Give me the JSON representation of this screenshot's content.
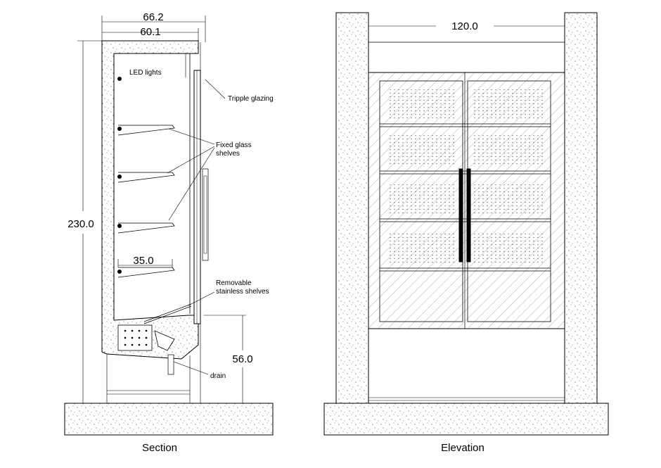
{
  "section": {
    "caption": "Section",
    "dimensions": {
      "overall_depth": "66.2",
      "inner_depth": "60.1",
      "height": "230.0",
      "shelf_depth": "35.0",
      "base_height": "56.0"
    },
    "notes": {
      "led_lights": "LED lights",
      "glazing": "Tripple glazing",
      "fixed_shelves_1": "Fixed glass",
      "fixed_shelves_2": "shelves",
      "removable_1": "Removable",
      "removable_2": "stainless shelves",
      "drain": "drain"
    }
  },
  "elevation": {
    "caption": "Elevation",
    "dimensions": {
      "width": "120.0"
    }
  }
}
